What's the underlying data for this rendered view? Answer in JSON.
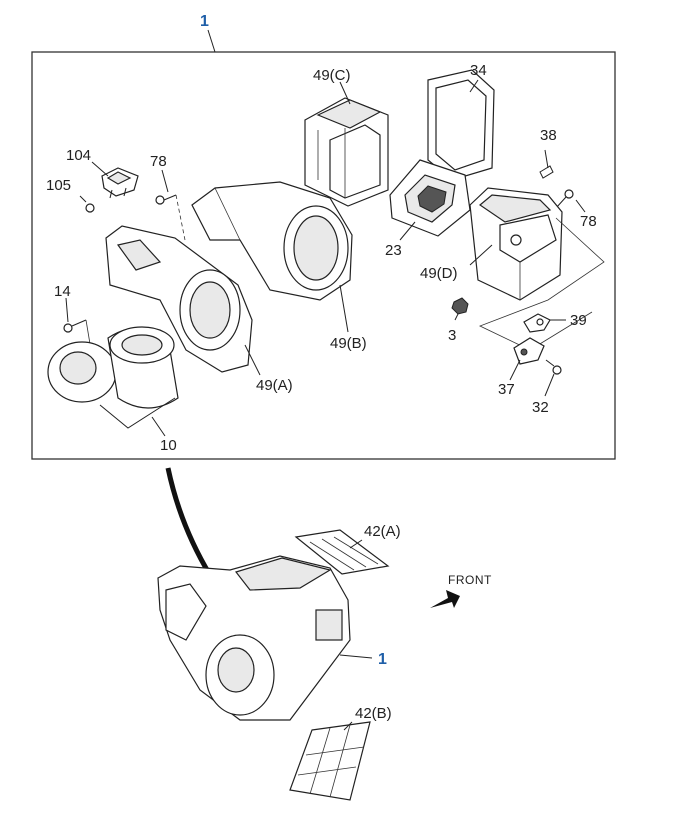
{
  "labels": {
    "assembly_top": "1",
    "p49c": "49(C)",
    "p34": "34",
    "p38": "38",
    "p104": "104",
    "p78a": "78",
    "p105": "105",
    "p78b": "78",
    "p23": "23",
    "p49d": "49(D)",
    "p14": "14",
    "p3": "3",
    "p39": "39",
    "p49b": "49(B)",
    "p49a": "49(A)",
    "p37": "37",
    "p32": "32",
    "p10": "10",
    "p42a": "42(A)",
    "front": "FRONT",
    "assembly_bottom": "1",
    "p42b": "42(B)"
  },
  "colors": {
    "callout_blue": "#1f5fa8",
    "line": "#222222"
  }
}
